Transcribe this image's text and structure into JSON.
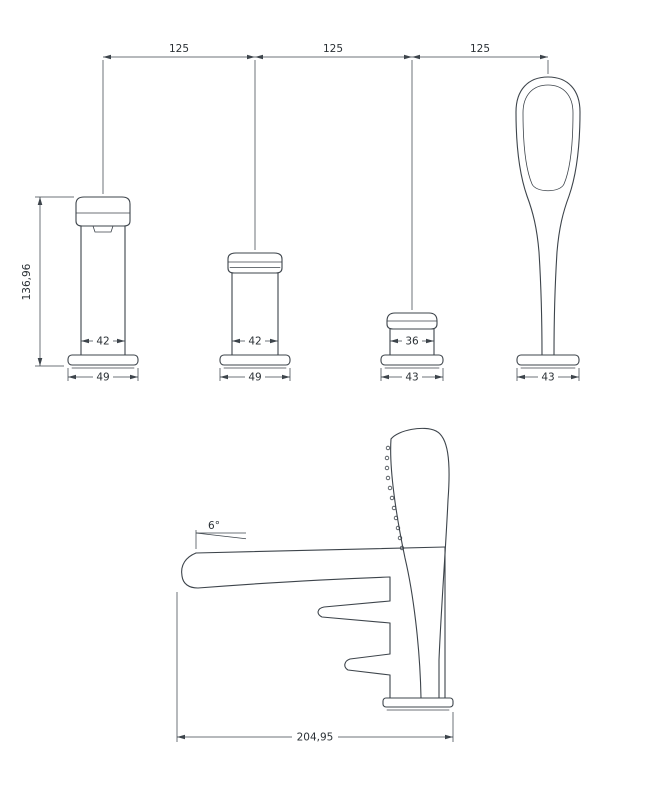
{
  "drawing": {
    "title": "bath-mixer-technical-drawing",
    "colors": {
      "line": "#3d444b",
      "text": "#2b3136",
      "background": "#ffffff"
    },
    "top_view": {
      "spacing_dims": [
        "125",
        "125",
        "125"
      ],
      "height_dim": "136,96",
      "fixtures": [
        {
          "id": "spout-mixer",
          "body_width": "42",
          "base_width": "49"
        },
        {
          "id": "handle-valve-left",
          "body_width": "42",
          "base_width": "49"
        },
        {
          "id": "handle-valve-right",
          "body_width": "36",
          "base_width": "43"
        },
        {
          "id": "hand-shower",
          "base_width": "43"
        }
      ]
    },
    "side_view": {
      "spout_angle": "6°",
      "overall_depth": "204,95"
    }
  }
}
